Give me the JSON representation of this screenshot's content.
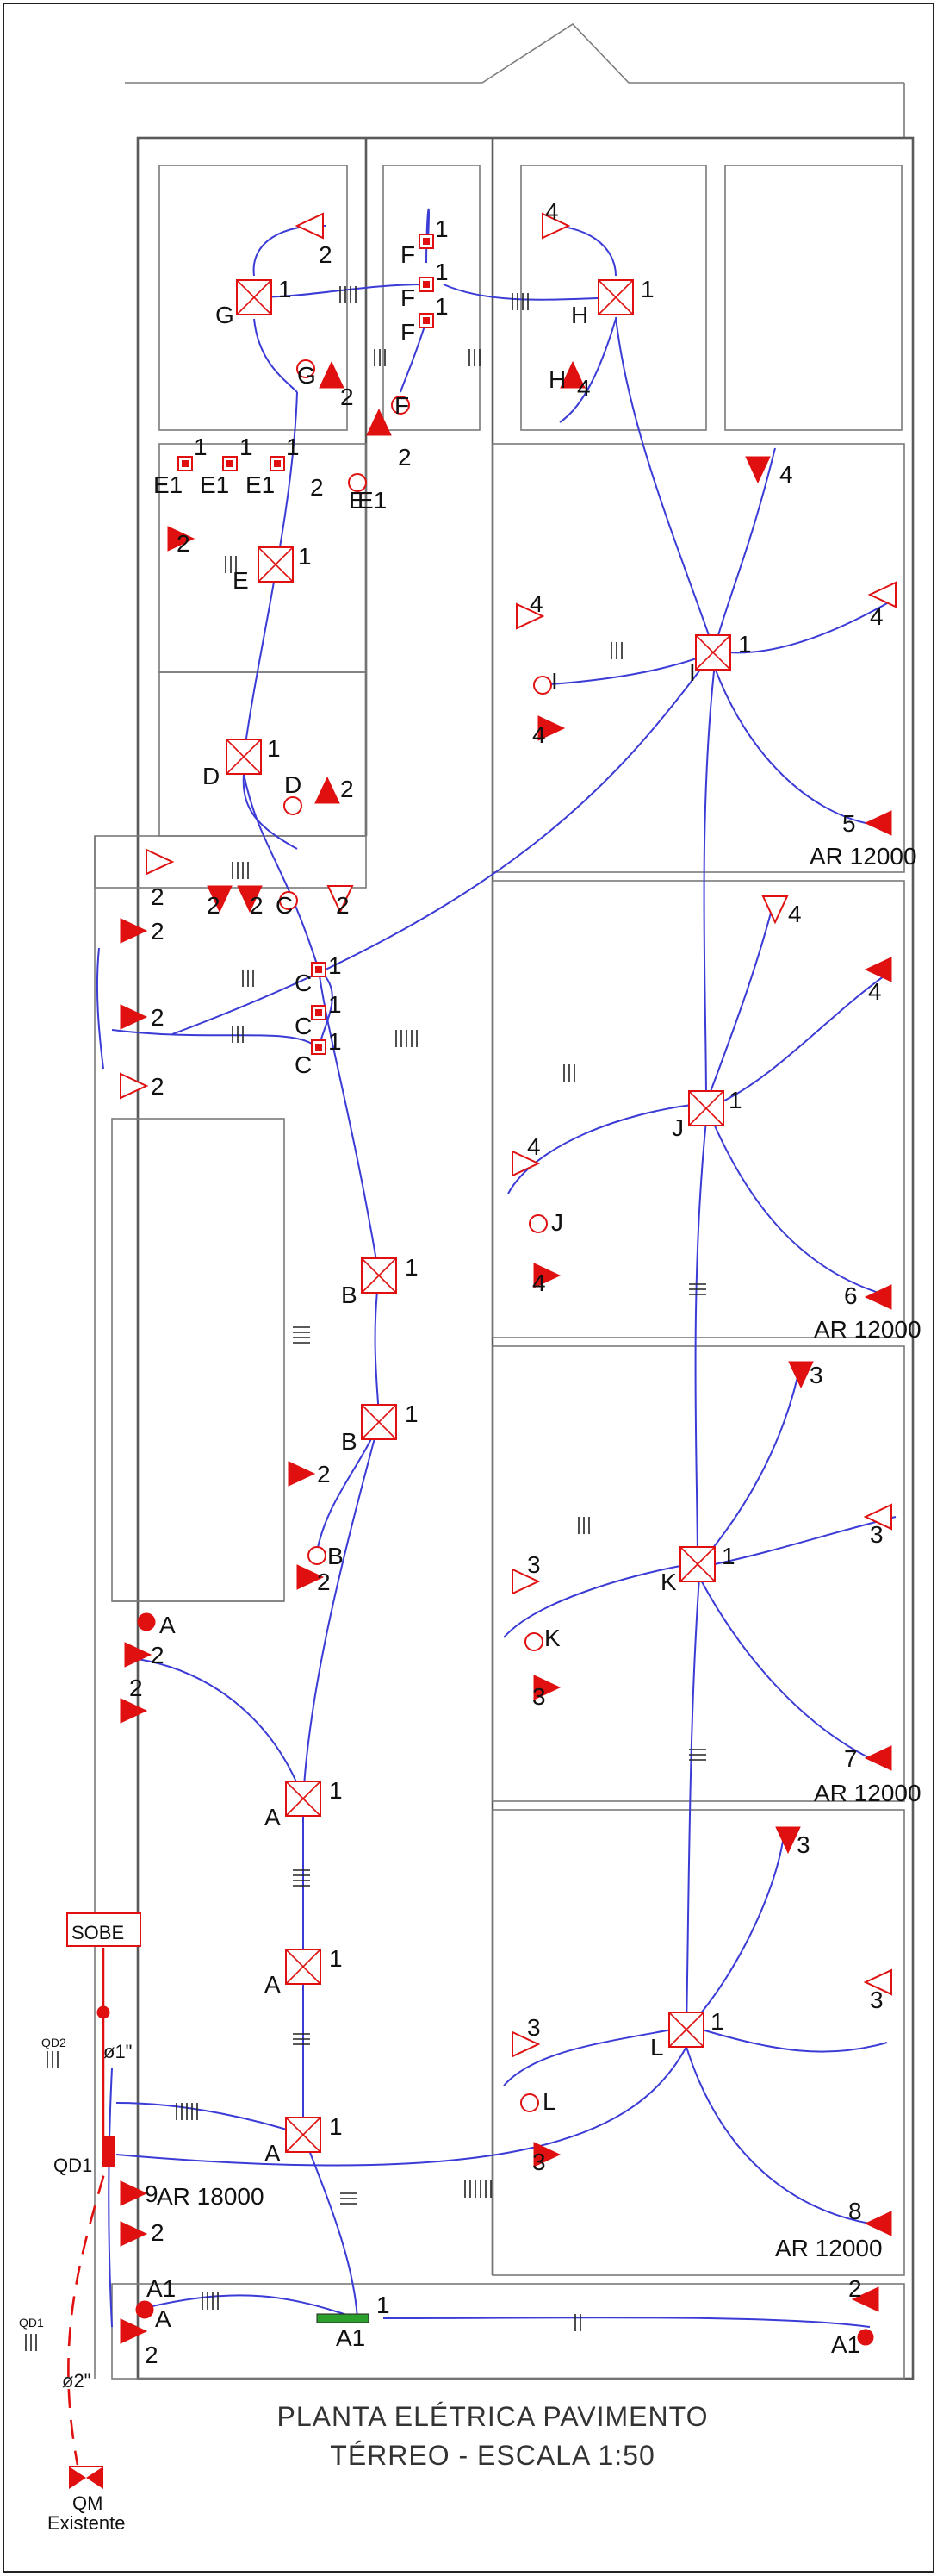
{
  "title": {
    "line1": "PLANTA ELÉTRICA PAVIMENTO",
    "line2": "TÉRREO - ESCALA 1:50"
  },
  "labels": {
    "sobe": "SOBE",
    "qd1": "QD1",
    "qd1_small": "QD1",
    "qd2": "QD2",
    "qm": "QM",
    "qm_sub": "Existente",
    "conduit_1": "ø1\"",
    "conduit_2": "ø2\"",
    "ar_18000": "AR 18000",
    "ar_12000": "AR 12000"
  },
  "lamps": [
    {
      "id": "G",
      "circuit": "1"
    },
    {
      "id": "H",
      "circuit": "1"
    },
    {
      "id": "E",
      "circuit": "1"
    },
    {
      "id": "D",
      "circuit": "1"
    },
    {
      "id": "I",
      "circuit": "1"
    },
    {
      "id": "J",
      "circuit": "1"
    },
    {
      "id": "B",
      "circuit": "1"
    },
    {
      "id": "B",
      "circuit": "1"
    },
    {
      "id": "K",
      "circuit": "1"
    },
    {
      "id": "A",
      "circuit": "1"
    },
    {
      "id": "A",
      "circuit": "1"
    },
    {
      "id": "A",
      "circuit": "1"
    },
    {
      "id": "L",
      "circuit": "1"
    }
  ],
  "switch_labels": [
    "F",
    "F",
    "F",
    "E1",
    "E1",
    "E1",
    "C",
    "C",
    "C",
    "A1"
  ],
  "ac_units": [
    {
      "circuit": "5",
      "label": "AR 12000"
    },
    {
      "circuit": "6",
      "label": "AR 12000"
    },
    {
      "circuit": "7",
      "label": "AR 12000"
    },
    {
      "circuit": "8",
      "label": "AR 12000"
    },
    {
      "circuit": "9",
      "label": "AR 18000"
    }
  ]
}
